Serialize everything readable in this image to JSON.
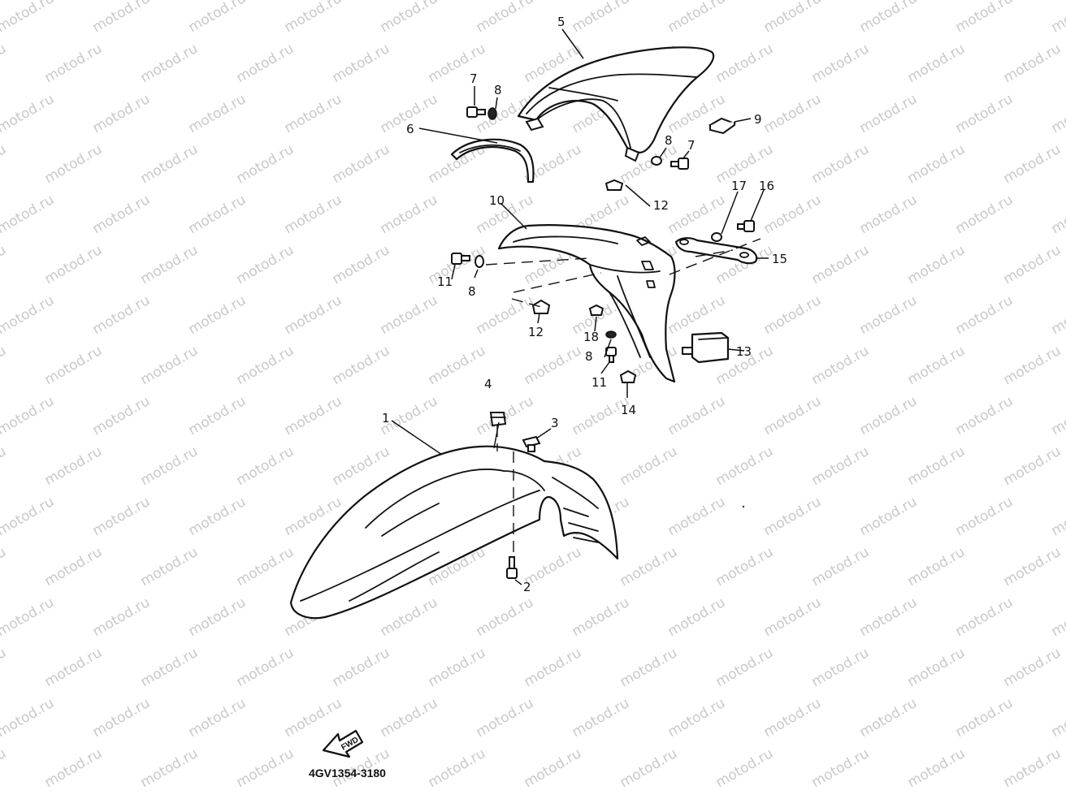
{
  "watermark": "motod.ru",
  "diagram_code": "4GV1354-3180",
  "forward_label": "FWD",
  "labels": [
    {
      "id": "label-5",
      "text": "5"
    },
    {
      "id": "label-7a",
      "text": "7"
    },
    {
      "id": "label-8a",
      "text": "8"
    },
    {
      "id": "label-6",
      "text": "6"
    },
    {
      "id": "label-9",
      "text": "9"
    },
    {
      "id": "label-8b",
      "text": "8"
    },
    {
      "id": "label-7b",
      "text": "7"
    },
    {
      "id": "label-10",
      "text": "10"
    },
    {
      "id": "label-12a",
      "text": "12"
    },
    {
      "id": "label-17",
      "text": "17"
    },
    {
      "id": "label-16",
      "text": "16"
    },
    {
      "id": "label-15",
      "text": "15"
    },
    {
      "id": "label-11a",
      "text": "11"
    },
    {
      "id": "label-8c",
      "text": "8"
    },
    {
      "id": "label-12b",
      "text": "12"
    },
    {
      "id": "label-18",
      "text": "18"
    },
    {
      "id": "label-8d",
      "text": "8"
    },
    {
      "id": "label-11b",
      "text": "11"
    },
    {
      "id": "label-13",
      "text": "13"
    },
    {
      "id": "label-14",
      "text": "14"
    },
    {
      "id": "label-4",
      "text": "4"
    },
    {
      "id": "label-3",
      "text": "3"
    },
    {
      "id": "label-1",
      "text": "1"
    },
    {
      "id": "label-2",
      "text": "2"
    }
  ]
}
